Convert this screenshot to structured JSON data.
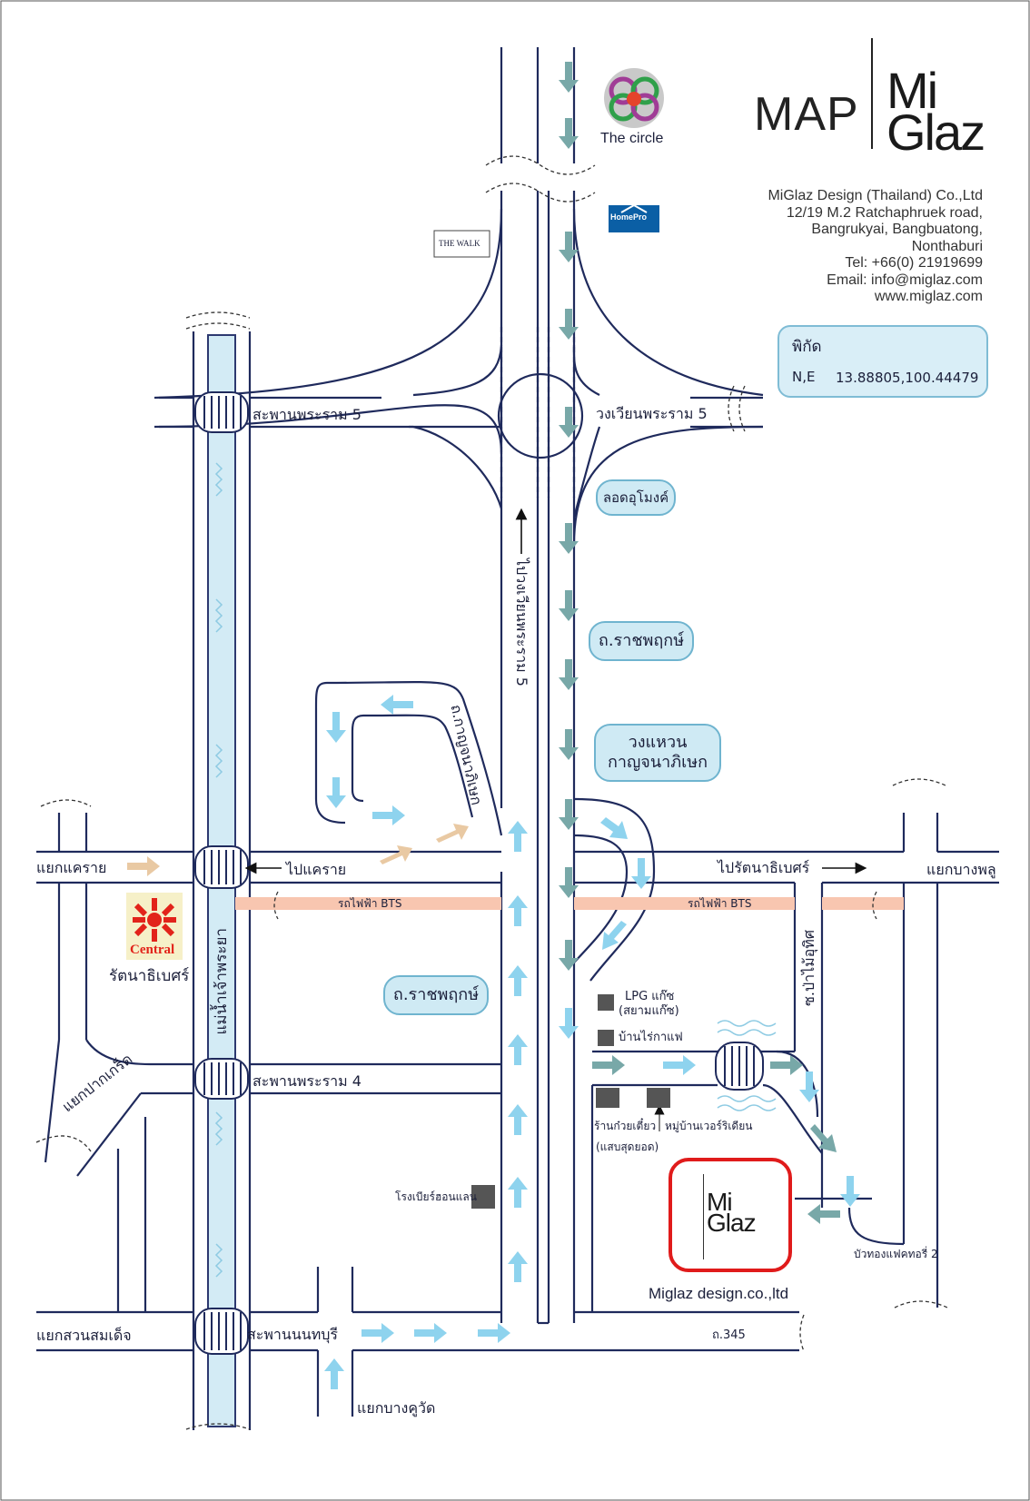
{
  "header": {
    "map_title": "MAP",
    "logo_line1": "Mi",
    "logo_line2": "Glaz"
  },
  "company": {
    "name": "MiGlaz Design (Thailand) Co.,Ltd",
    "address1": "12/19 M.2 Ratchaphruek road,",
    "address2": "Bangrukyai, Bangbuatong,",
    "address3": "Nonthaburi",
    "tel": "Tel: +66(0) 21919699",
    "email": "Email: info@miglaz.com",
    "web": "www.miglaz.com"
  },
  "coordinates": {
    "title": "พิกัด",
    "label": "N,E",
    "value": "13.88805,100.44479"
  },
  "landmarks": {
    "the_circle": "The circle",
    "homepro": "HomePro",
    "the_walk": "THE WALK",
    "central": "Central",
    "central_name": "รัตนาธิเบศร์",
    "lpg": "LPG แก๊ซ",
    "lpg_sub": "(สยามแก๊ซ)",
    "coffee": "บ้านไร่กาแฟ",
    "noodle": "ร้านก๋วยเตี๋ยว",
    "noodle_sub": "(แสบสุดยอด)",
    "village": "หมู่บ้านเวอร์ริเดียน",
    "brewery": "โรงเบียร์ฮอนแลน",
    "factory": "บัวทองแฟคทอรี่ 2",
    "miglaz_caption": "Miglaz design.co.,ltd",
    "miglaz_logo1": "Mi",
    "miglaz_logo2": "Glaz"
  },
  "roads": {
    "rama5_bridge": "สะพานพระราม 5",
    "rama5_circle": "วงเวียนพระราม 5",
    "tunnel": "ลอดอุโมงค์",
    "ratchaphruek_1": "ถ.ราชพฤกษ์",
    "ratchaphruek_2": "ถ.ราชพฤกษ์",
    "to_rama5_circle": "ไปวงเวียนพระราม 5",
    "kanchanaphisek_road": "ถ.กาญจนาภิเษก",
    "kanchanaphisek_ring_1": "วงแหวน",
    "kanchanaphisek_ring_2": "กาญจนาภิเษก",
    "khae_rai_junction": "แยกแคราย",
    "to_khae_rai": "ไปแคราย",
    "to_rattanathibet": "ไปรัตนาธิเบศร์",
    "bang_phlu_junction": "แยกบางพลู",
    "bts_1": "รถไฟฟ้า BTS",
    "bts_2": "รถไฟฟ้า BTS",
    "chao_phraya": "แม่น้ำเจ้าพระยา",
    "pak_kret_junction": "แยกปากเกร็ด",
    "rama4_bridge": "สะพานพระราม 4",
    "soi_pa_mai": "ซ.ป่าไม้อุทิศ",
    "suan_somdet_junction": "แยกสวนสมเด็จ",
    "nonthaburi_bridge": "สะพานนนทบุรี",
    "road_345": "ถ.345",
    "bang_khu_wat_junction": "แยกบางคูวัด"
  },
  "colors": {
    "road": "#1f2a5c",
    "river": "#d3ebf5",
    "river_border": "#2d3970",
    "bts": "#f8c6b0",
    "arrow_teal": "#78a8a8",
    "arrow_blue": "#8ed3ee",
    "arrow_tan": "#e9c9a3",
    "miglaz_red": "#e01b1b",
    "bubble_fill": "#cfeaf4",
    "bubble_border": "#6fb4cf"
  }
}
